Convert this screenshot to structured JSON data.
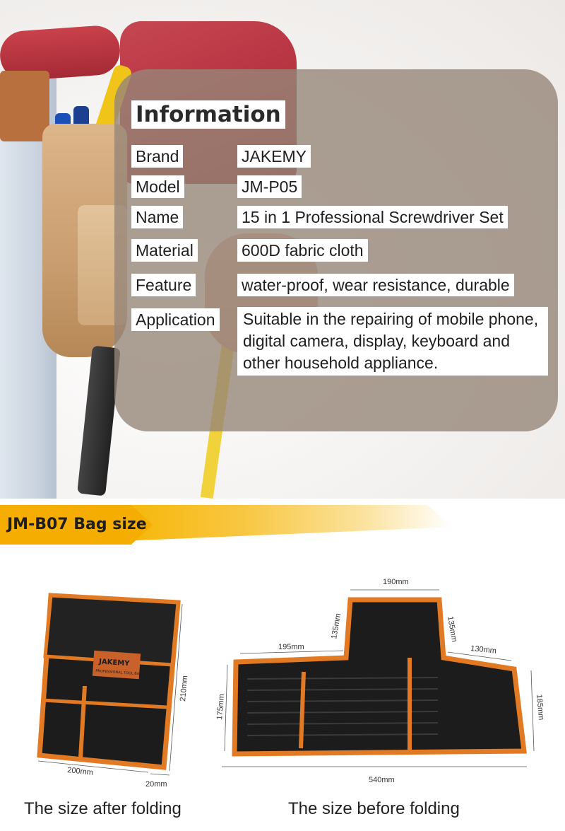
{
  "information": {
    "title": "Information",
    "rows": [
      {
        "label": "Brand",
        "value": "JAKEMY"
      },
      {
        "label": "Model",
        "value": "JM-P05"
      },
      {
        "label": "Name",
        "value": "15 in 1 Professional Screwdriver Set"
      },
      {
        "label": "Material",
        "value": "600D fabric cloth"
      },
      {
        "label": "Feature",
        "value": "water-proof, wear resistance, durable"
      },
      {
        "label": "Application",
        "value": "Suitable in the repairing of  mobile phone, digital camera, display, keyboard and    other household appliance."
      }
    ]
  },
  "banner": {
    "label": "JM-B07 Bag size",
    "accent_color": "#f4ad00"
  },
  "folded_bag": {
    "caption": "The size after folding",
    "dims": {
      "width": "200mm",
      "height": "210mm",
      "depth": "20mm"
    },
    "badge_brand": "JAKEMY",
    "badge_sub": "PROFESSIONAL TOOL BAG"
  },
  "unfolded_bag": {
    "caption": "The size before folding",
    "dims": {
      "top_width": "190mm",
      "left_flap_height": "135mm",
      "right_flap_height": "135mm",
      "left_width": "195mm",
      "right_width": "130mm",
      "left_height": "175mm",
      "right_height": "185mm",
      "total_width": "540mm"
    }
  },
  "colors": {
    "bag_body": "#1c1c1c",
    "bag_trim": "#e27a24",
    "panel": "#968678"
  }
}
